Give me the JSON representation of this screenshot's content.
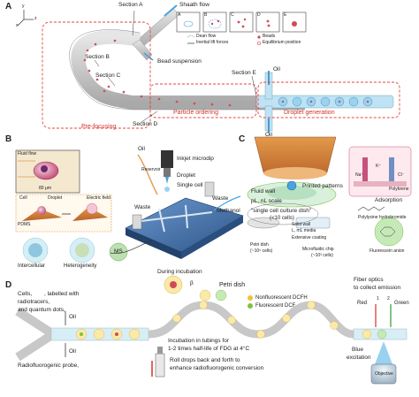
{
  "panel_a": {
    "letter": "A",
    "section_a": "Section A",
    "sheath_flow": "Shaath flow",
    "section_b": "Section B",
    "section_c": "Section C",
    "section_d": "Section D",
    "section_e": "Section E",
    "bead_suspension": "Bead suspension",
    "oil_top": "Oil",
    "oil_bottom": "Oil",
    "pre_focusing": "Pre-focusing",
    "particle_ordering": "Particle ordering",
    "droplet_generation": "Droplet generation",
    "inset_letters": [
      "A",
      "B",
      "C",
      "D",
      "E"
    ],
    "legend": {
      "dean_flow": "Dean flow",
      "inertial_lift": "Inertial lift forces",
      "beads": "Beads",
      "equilibrium": "Equilibrium position"
    },
    "axes": {
      "x": "x",
      "y": "y",
      "z": "z"
    }
  },
  "panel_b": {
    "letter": "B",
    "oil": "Oil",
    "inkjet": "Inkjet microdip",
    "reservoir": "Reservoir",
    "droplet": "Droplet",
    "single_cell": "Single cell",
    "waste_left": "Waste",
    "waste_right": "Waste",
    "methanol": "Methanol",
    "ms": "MS",
    "intercellular": "Intercellular",
    "heterogeneity": "Heterogeneity",
    "cell": "Cell",
    "droplet_small": "Droplet",
    "electric_field": "Electric field",
    "pdms": "PDMS",
    "fluid_flow": "Fluid flow",
    "scale": "80 μm"
  },
  "panel_c": {
    "letter": "C",
    "fluid_wall": "Fluid wall",
    "pl_nl_scale": "pL, nL scale",
    "printed_patterns": "Printed patterns",
    "culture_dish": "\"single cell culture dish\"",
    "culture_sub": "(<10 cells)",
    "solid_wall": "Solid wall",
    "l_ml_media": "L, mL media",
    "extensive_coating": "Extensive coating",
    "petri_dish": "Petri dish",
    "petri_count": "(~10⁵ cells)",
    "microfluidic_chip": "Microfluidic chip",
    "chip_count": "(~10³ cells)",
    "adsorption": "Adsorption",
    "polybrene": "Polybrene",
    "polylysine": "Polylysine hydrobromide",
    "fluorescein": "Fluorescein anion",
    "ions": [
      "Na⁺",
      "K⁺",
      "Cl⁻"
    ]
  },
  "panel_d": {
    "letter": "D",
    "cells_text_1": "Cells,",
    "cells_text_2": ", labelled with",
    "radiotracers": "radiotracers,",
    "quantum_dots": "and quantum dots,",
    "oil_top": "Oil",
    "oil_bottom": "Oil",
    "radio_probe": "Radiofluorogenic probe,",
    "petri_dish": "Petri dish",
    "during_incubation": "During incubation",
    "beta": "β",
    "nonfluorescent": "Nonfluorescent DCFH",
    "fluorescent": "Fluorescent DCF",
    "incubation_note_1": "Incubation in tubings for",
    "incubation_note_2": "1-2 times half-life of FDG at 4°C",
    "roll_note_1": "Roll drops back and forth to",
    "roll_note_2": "enhance radiofluorogenic conversion",
    "fiber_optics_1": "Fiber optics",
    "fiber_optics_2": "to collect emission",
    "red": "Red",
    "green": "Green",
    "channel_1": "1",
    "channel_2": "2",
    "blue_excitation_1": "Blue",
    "blue_excitation_2": "excitation",
    "objective": "Objective"
  },
  "colors": {
    "red_dash": "#e8433a",
    "channel_gray": "#c8c8c8",
    "droplet_blue": "#7fc6ea",
    "fluor_green": "#7cc242",
    "nonfluor_yellow": "#f1c232",
    "chip_blue": "#3e6fa8"
  }
}
